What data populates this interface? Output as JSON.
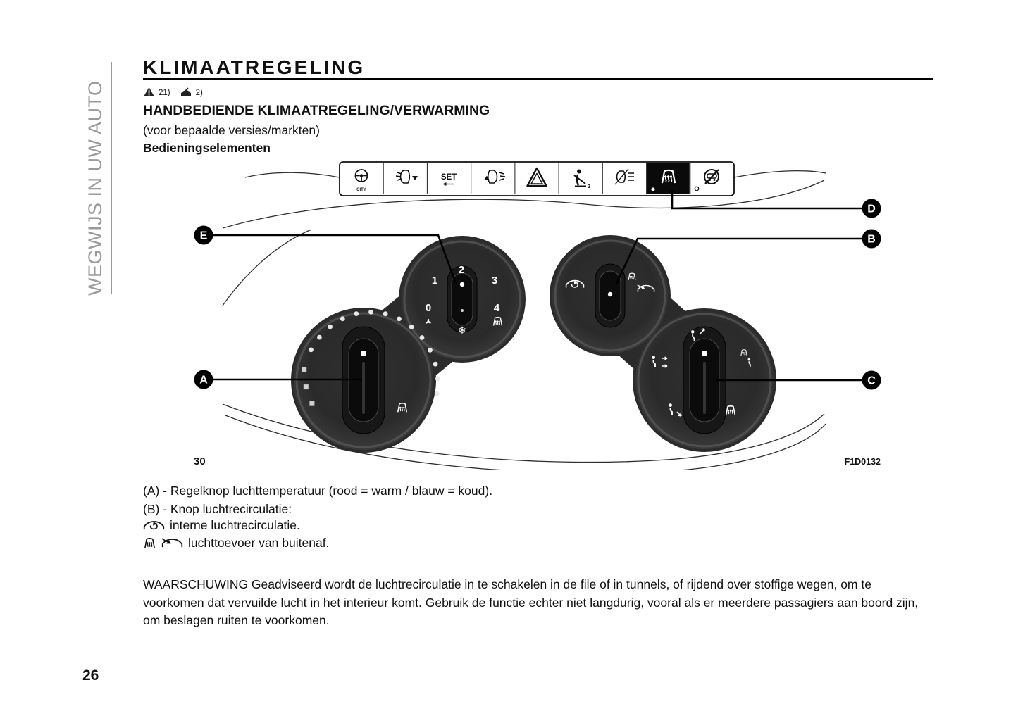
{
  "sidebar": {
    "vertical_label": "WEGWIJS IN UW AUTO"
  },
  "header": {
    "title": "KLIMAATREGELING"
  },
  "refs": {
    "note1": "21)",
    "note2": "2)"
  },
  "section": {
    "subtitle": "HANDBEDIENDE KLIMAATREGELING/VERWARMING",
    "availability_note": "(voor bepaalde versies/markten)",
    "controls_heading": "Bedieningselementen"
  },
  "figure": {
    "number": "30",
    "code": "F1D0132",
    "callouts": [
      "A",
      "B",
      "C",
      "D",
      "E"
    ],
    "fan_positions": [
      "0",
      "1",
      "2",
      "3",
      "4"
    ],
    "city_label": "CITY",
    "set_label": "SET",
    "seatbelt_sub": "2"
  },
  "icons": {
    "snowflake": "❄"
  },
  "body": {
    "line_a": "(A) - Regelknop luchttemperatuur (rood = warm / blauw = koud).",
    "line_b": "(B) - Knop luchtrecirculatie:",
    "recirc_internal": "interne luchtrecirculatie.",
    "air_outside": "luchttoevoer van buitenaf.",
    "warning": "WAARSCHUWING Geadviseerd wordt de luchtrecirculatie in te schakelen in de file of in tunnels, of rijdend over stoffige wegen, om te voorkomen dat vervuilde lucht in het interieur komt. Gebruik de functie echter niet langdurig, vooral als er meerdere passagiers aan boord zijn, om beslagen ruiten te voorkomen."
  },
  "page": {
    "number": "26"
  }
}
